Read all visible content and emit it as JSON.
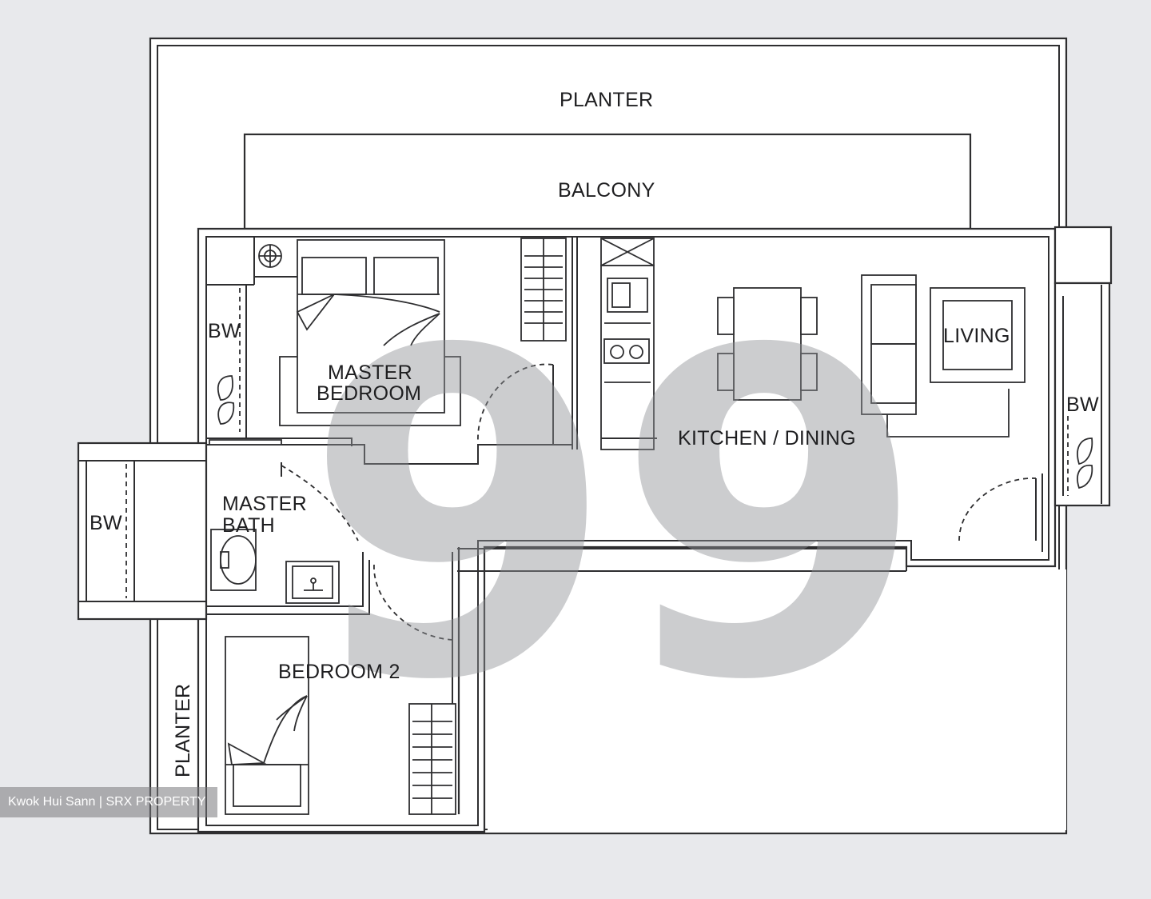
{
  "rooms": {
    "planter_top": "PLANTER",
    "balcony": "BALCONY",
    "master_bedroom_line1": "MASTER",
    "master_bedroom_line2": "BEDROOM",
    "kitchen_dining": "KITCHEN / DINING",
    "living": "LIVING",
    "master_bath_line1": "MASTER",
    "master_bath_line2": "BATH",
    "bedroom_2": "BEDROOM 2",
    "planter_side": "PLANTER"
  },
  "bay_windows": {
    "bw_master": "BW",
    "bw_living": "BW",
    "bw_left": "BW"
  },
  "watermark": {
    "text": "99"
  },
  "credit": {
    "text": "Kwok Hui Sann | SRX PROPERTY"
  },
  "colors": {
    "background": "#e8e9ec",
    "wall": "#2e2e30",
    "watermark": "#8f9095"
  }
}
